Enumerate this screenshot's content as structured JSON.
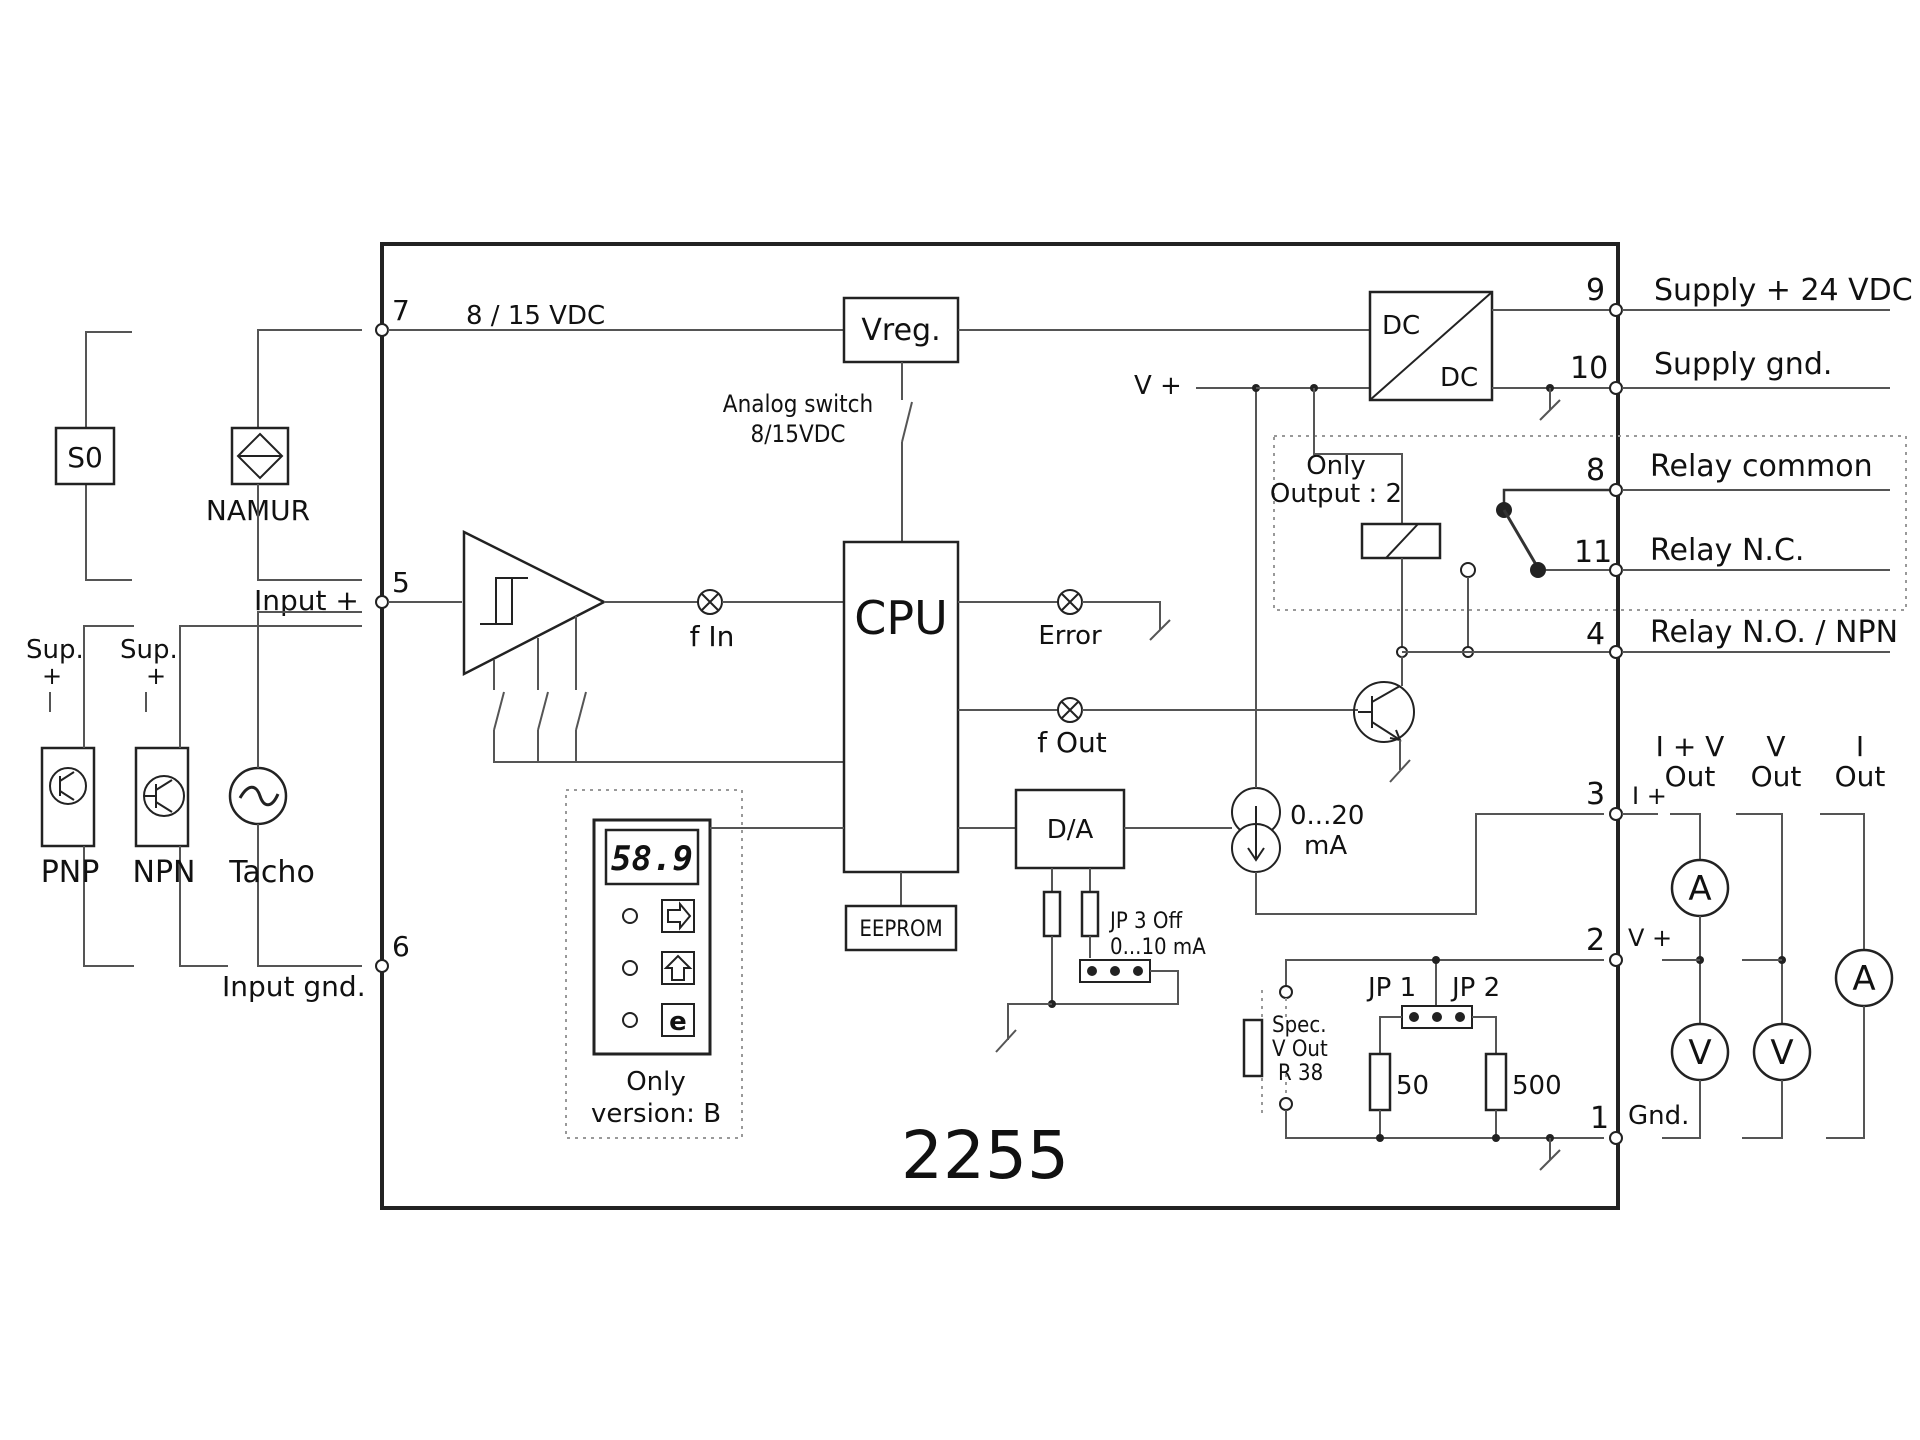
{
  "module": {
    "title": "2255"
  },
  "terminals": {
    "t7": "7",
    "t5": "5",
    "t6": "6",
    "t9": "9",
    "t10": "10",
    "t8": "8",
    "t11": "11",
    "t4": "4",
    "t3": "3",
    "t2": "2",
    "t1": "1"
  },
  "left": {
    "s0": "S0",
    "namur": "NAMUR",
    "input_plus": "Input +",
    "input_gnd": "Input gnd.",
    "sup_pnp": "Sup.",
    "sup_npn": "Sup.",
    "plus": "+",
    "pnp": "PNP",
    "npn": "NPN",
    "tacho": "Tacho"
  },
  "internal": {
    "vdc_label": "8 / 15 VDC",
    "vreg": "Vreg.",
    "analog_switch_1": "Analog switch",
    "analog_switch_2": "8/15VDC",
    "cpu": "CPU",
    "f_in": "f  In",
    "error": "Error",
    "f_out": "f Out",
    "da": "D/A",
    "eeprom": "EEPROM",
    "jp3_1": "JP 3 Off",
    "jp3_2": "0...10 mA",
    "current_1": "0...20",
    "current_2": "mA",
    "only_output_1": "Only",
    "only_output_2": "Output : 2",
    "v_plus": "V  +",
    "dc_top": "DC",
    "dc_bottom": "DC",
    "display_value": "58.9",
    "only_version_1": "Only",
    "only_version_2": "version: B",
    "spec_1": "Spec.",
    "spec_2": "V Out",
    "spec_3": "R 38",
    "jp1": "JP 1",
    "jp2": "JP 2",
    "r50": "50",
    "r500": "500"
  },
  "right": {
    "supply_24": "Supply + 24 VDC",
    "supply_gnd": "Supply gnd.",
    "relay_common": "Relay common",
    "relay_nc": "Relay N.C.",
    "relay_no": "Relay N.O. / NPN",
    "i_plus": "I +",
    "v_plus": "V +",
    "gnd": "Gnd.",
    "col1_1": "I + V",
    "col1_2": "Out",
    "col2_1": "V",
    "col2_2": "Out",
    "col3_1": "I",
    "col3_2": "Out",
    "meter_a": "A",
    "meter_v": "V"
  }
}
